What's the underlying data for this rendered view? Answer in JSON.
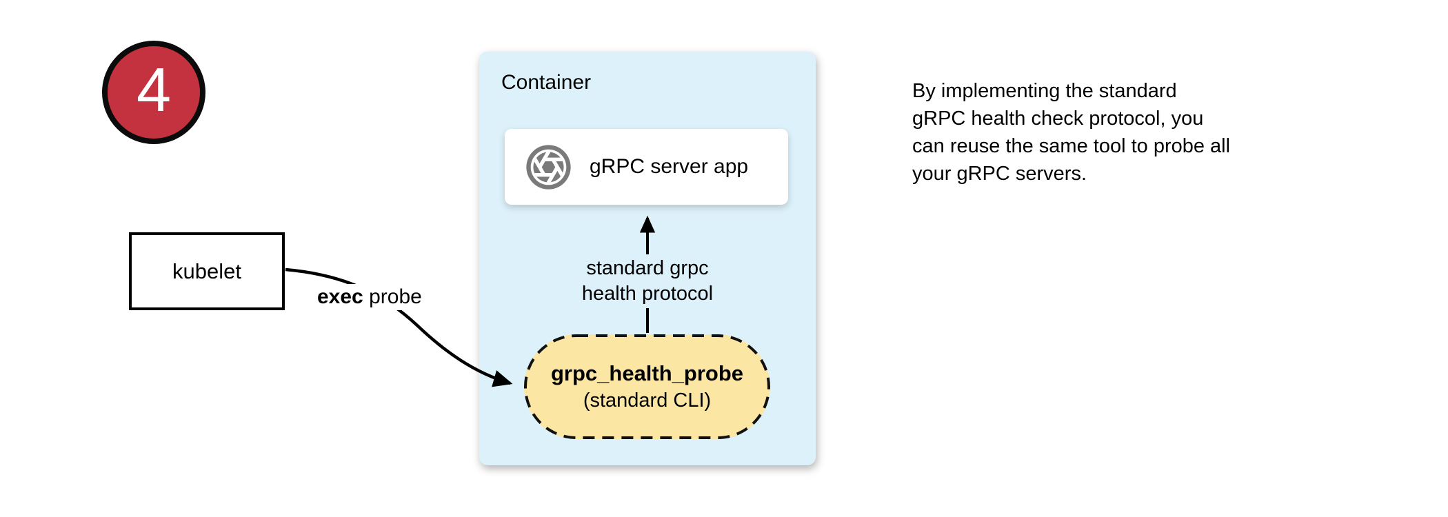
{
  "badge": {
    "number": "4",
    "color": "#C4323F"
  },
  "kubelet": {
    "label": "kubelet"
  },
  "exec_probe_arrow": {
    "bold_part": "exec",
    "rest_part": " probe"
  },
  "container": {
    "title": "Container",
    "bg_color": "#DDF1FB",
    "server_app": {
      "label": "gRPC server app",
      "icon": "aperture-icon",
      "icon_color": "#7A7A7A"
    },
    "protocol_arrow_label": "standard grpc\nhealth protocol",
    "probe_pill": {
      "title": "grpc_health_probe",
      "subtitle": "(standard CLI)",
      "bg_color": "#FBE6A3"
    }
  },
  "note": {
    "text": "By implementing the standard\ngRPC health check protocol, you\ncan reuse the same tool to probe all\nyour gRPC servers."
  }
}
